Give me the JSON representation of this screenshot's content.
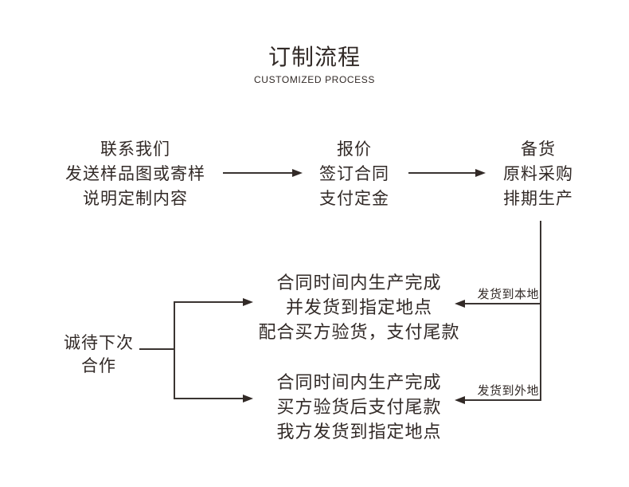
{
  "title": {
    "main": "订制流程",
    "sub": "CUSTOMIZED PROCESS"
  },
  "steps": [
    {
      "name": "contact",
      "lines": [
        "联系我们",
        "发送样品图或寄样",
        "说明定制内容"
      ]
    },
    {
      "name": "quote",
      "lines": [
        "报价",
        "签订合同",
        "支付定金"
      ]
    },
    {
      "name": "stock",
      "lines": [
        "备货",
        "原料采购",
        "排期生产"
      ]
    }
  ],
  "outcomes": [
    {
      "name": "local-delivery",
      "lines": [
        "合同时间内生产完成",
        "并发货到指定地点",
        "配合买方验货，支付尾款"
      ],
      "branch_label": "发货到本地"
    },
    {
      "name": "remote-delivery",
      "lines": [
        "合同时间内生产完成",
        "买方验货后支付尾款",
        "我方发货到指定地点"
      ],
      "branch_label": "发货到外地"
    }
  ],
  "closing": {
    "lines": [
      "诚待下次",
      "合作"
    ]
  },
  "colors": {
    "text": "#322a27",
    "line": "#3a3431",
    "background": "#ffffff"
  }
}
